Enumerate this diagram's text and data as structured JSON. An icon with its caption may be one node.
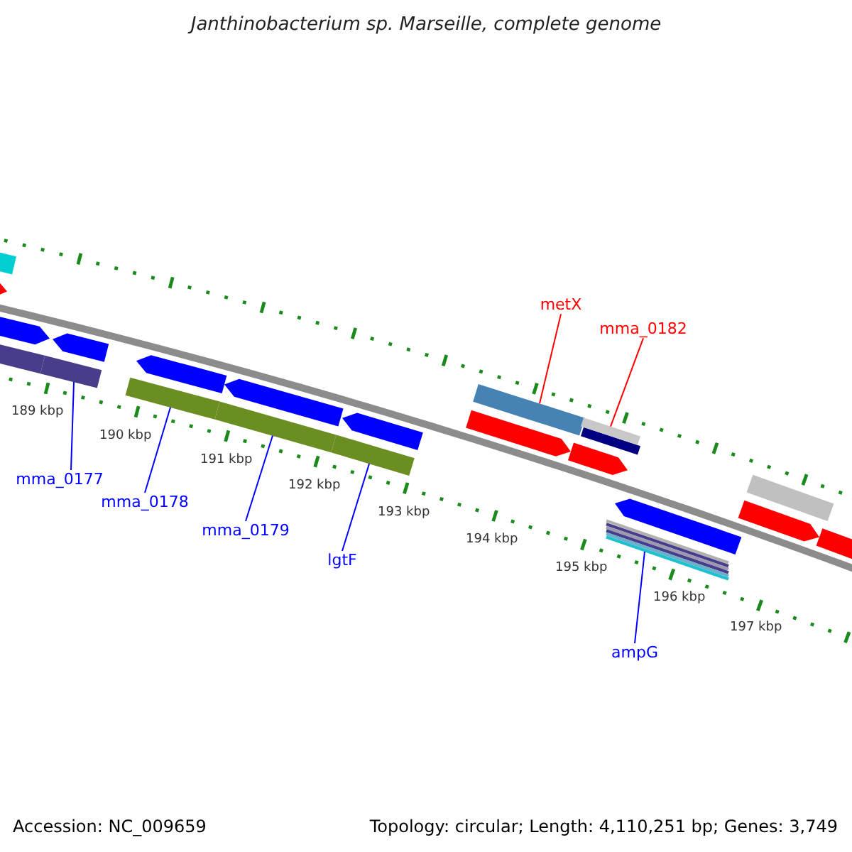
{
  "diagram": {
    "title": "Janthinobacterium sp. Marseille, complete genome",
    "nodes": [
      {
        "text": [
          "metX"
        ]
      },
      {
        "text": [
          "mma_0182"
        ]
      },
      {
        "text": [
          "mma_0177"
        ]
      },
      {
        "text": [
          "mma_0178"
        ]
      },
      {
        "text": [
          "mma_0179"
        ]
      },
      {
        "text": [
          "lgtF"
        ]
      },
      {
        "text": [
          "ampG"
        ]
      },
      {
        "text": [],
        "shape": "bar"
      },
      {
        "text": [],
        "shape": "arrow"
      },
      {
        "text": [],
        "shape": "bar"
      },
      {
        "text": [],
        "shape": "arrow"
      },
      {
        "text": [],
        "shape": "bar"
      },
      {
        "text": [],
        "shape": "arrow"
      },
      {
        "text": [],
        "shape": "bar"
      },
      {
        "text": [],
        "shape": "arrow"
      },
      {
        "text": [],
        "shape": "bar"
      },
      {
        "text": [],
        "shape": "arrow"
      },
      {
        "text": [],
        "shape": "bar"
      },
      {
        "text": [],
        "shape": "arrow"
      },
      {
        "text": [],
        "shape": "arrow"
      },
      {
        "text": [],
        "shape": "bar"
      },
      {
        "text": [],
        "shape": "arrow"
      },
      {
        "text": [],
        "shape": "bar"
      },
      {
        "text": [],
        "shape": "bar"
      },
      {
        "text": [],
        "shape": "arrow"
      },
      {
        "text": [],
        "shape": "arrow"
      },
      {
        "text": [],
        "shape": "bar"
      },
      {
        "text": [],
        "shape": "arrow"
      }
    ],
    "edges": [
      {
        "from": 0,
        "to": 20,
        "arrow": "none",
        "color": "#ff0000"
      },
      {
        "from": 1,
        "to": 22,
        "arrow": "none",
        "color": "#ff0000"
      },
      {
        "from": 2,
        "to": 11,
        "arrow": "none"
      },
      {
        "from": 3,
        "to": 13,
        "arrow": "none"
      },
      {
        "from": 4,
        "to": 15,
        "arrow": "none"
      },
      {
        "from": 5,
        "to": 17,
        "arrow": "none"
      },
      {
        "from": 6,
        "to": 23,
        "arrow": "none"
      }
    ],
    "labels": [
      "189 kbp",
      "190 kbp",
      "191 kbp",
      "192 kbp",
      "193 kbp",
      "194 kbp",
      "195 kbp",
      "196 kbp",
      "197 kbp",
      "Accession: NC_009659",
      "Topology: circular; Length: 4,110,251 bp; Genes: 3,749"
    ]
  }
}
